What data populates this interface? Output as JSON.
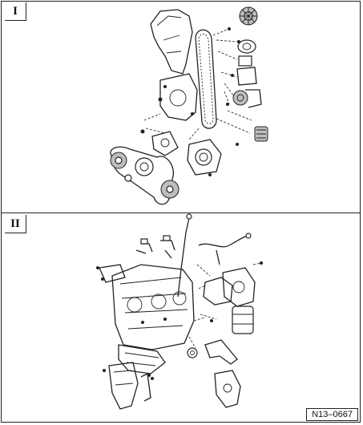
{
  "panels": [
    {
      "label": "I"
    },
    {
      "label": "II"
    }
  ],
  "reference": "N13–0667",
  "colors": {
    "ink": "#222222",
    "paper": "#ffffff",
    "shade": "#bdbdbd"
  }
}
